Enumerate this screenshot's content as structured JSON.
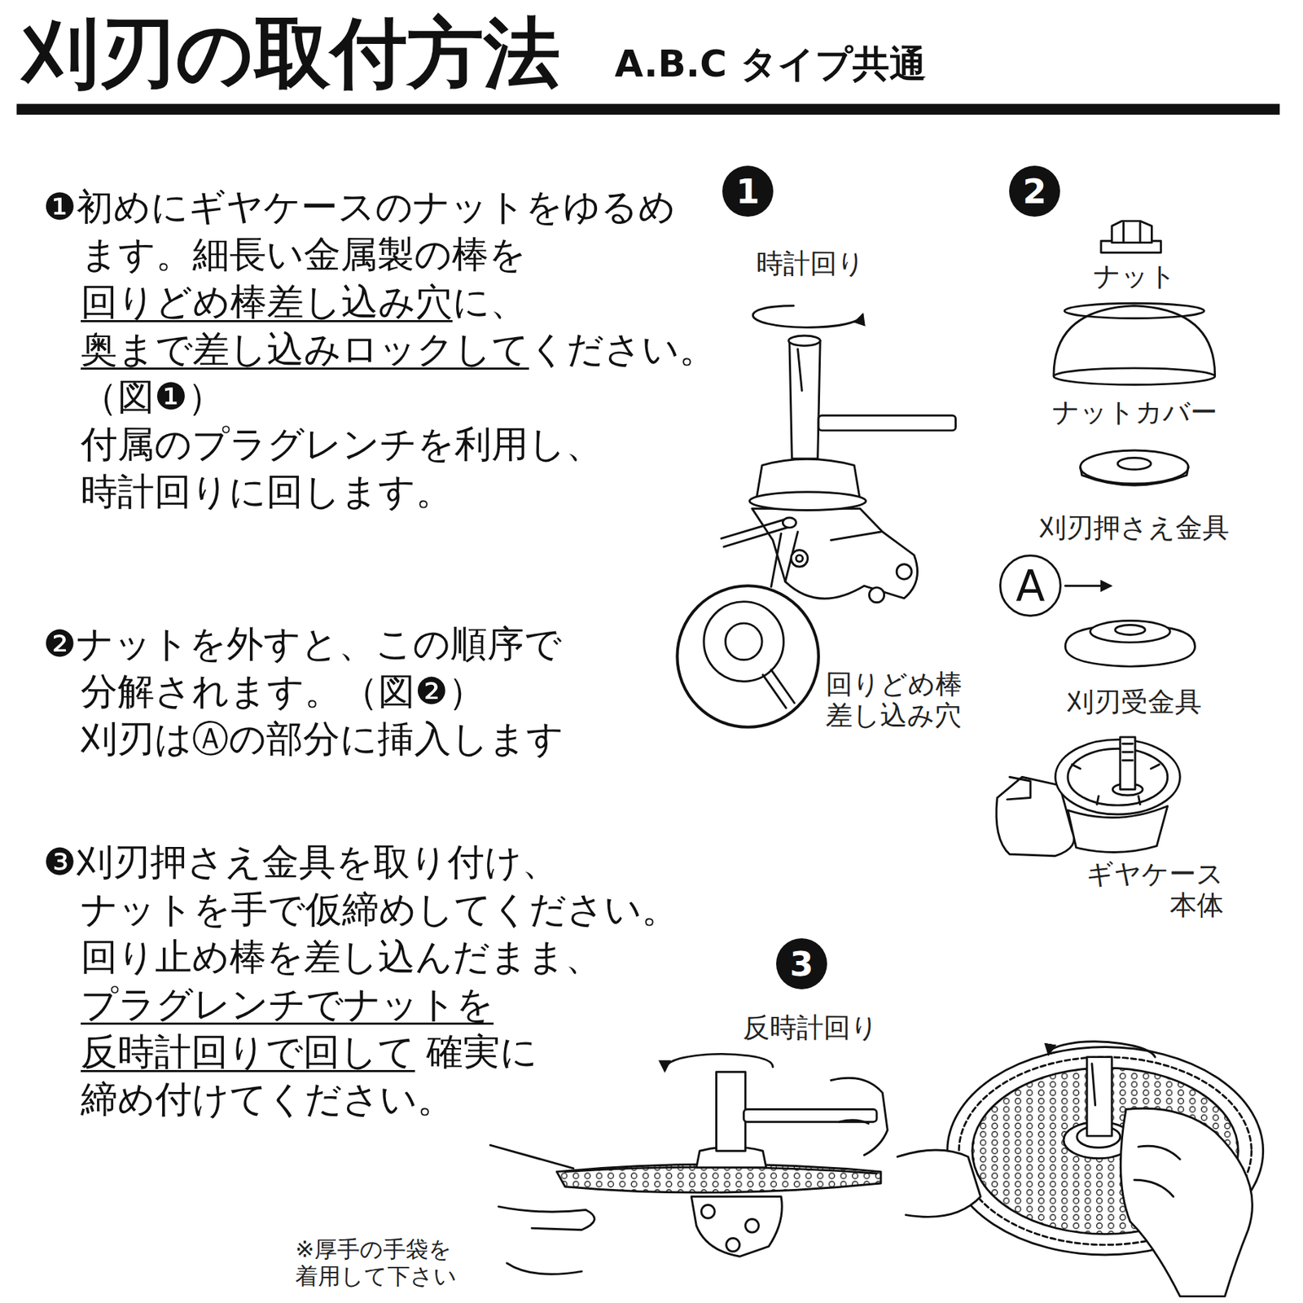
{
  "diagram": {
    "title": "刈刃の取付方法",
    "nodes": [
      {
        "text": [
          "1"
        ]
      },
      {
        "text": [
          "2"
        ]
      },
      {
        "text": [
          "3"
        ]
      },
      {
        "text": [
          "A"
        ]
      }
    ],
    "labels": [
      "A.B.C タイプ共通",
      "❶初めにギヤケースのナットをゆるめ",
      "ます。細長い金属製の棒を",
      "回りどめ棒差し込み穴",
      "に、",
      "奥まで差し込みロックして",
      "ください。",
      "（図❶）",
      "付属のプラグレンチを利用し、",
      "時計回りに回します。",
      "❷ナットを外すと、この順序で",
      "分解されます。（図❷）",
      "刈刃はⒶの部分に挿入します",
      "❸刈刃押さえ金具を取り付け、",
      "ナットを手で仮締めしてください。",
      "回り止め棒を差し込んだまま、",
      "プラグレンチでナットを",
      "反時計回りで回して",
      "確実に",
      "締め付けてください。",
      "時計回り",
      "回りどめ棒 差し込み穴",
      "ナット",
      "ナットカバー",
      "刈刃押さえ金具",
      "刈刃受金具",
      "ギヤケース 本体",
      "反時計回り",
      "※厚手の手袋を 着用して下さい"
    ]
  }
}
